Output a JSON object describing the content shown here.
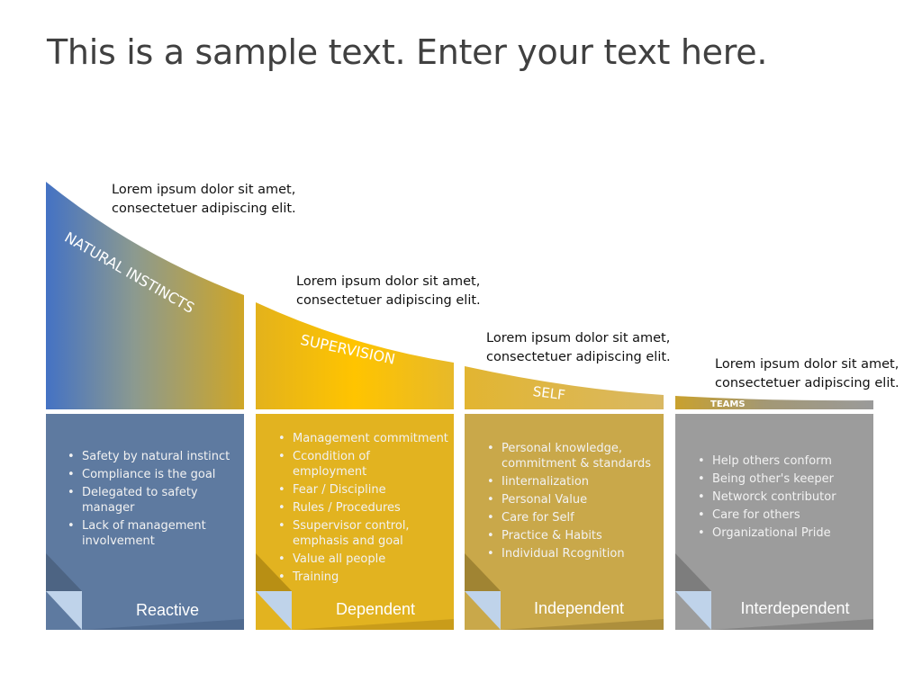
{
  "page": {
    "title": "This is a sample text. Enter your text here."
  },
  "stages": [
    {
      "banner": "NATURAL INSTINCTS",
      "description": [
        "Lorem ipsum dolor sit amet,",
        "consectetuer adipiscing elit."
      ],
      "items": [
        "Safety by natural instinct",
        "Compliance is the goal",
        "Delegated to safety manager",
        "Lack of management involvement"
      ],
      "label": "Reactive"
    },
    {
      "banner": "SUPERVISION",
      "description": [
        "Lorem ipsum dolor sit amet,",
        "consectetuer adipiscing elit."
      ],
      "items": [
        "Management commitment",
        "Ccondition of employment",
        "Fear / Discipline",
        "Rules / Procedures",
        "Ssupervisor control, emphasis and goal",
        "Value all people",
        "Training"
      ],
      "label": "Dependent"
    },
    {
      "banner": "SELF",
      "description": [
        "Lorem ipsum dolor sit amet,",
        "consectetuer adipiscing elit."
      ],
      "items": [
        "Personal knowledge, commitment & standards",
        "Iinternalization",
        "Personal Value",
        "Care for Self",
        "Practice & Habits",
        "Individual Rcognition"
      ],
      "label": "Independent"
    },
    {
      "banner": "TEAMS",
      "description": [
        "Lorem ipsum dolor sit amet,",
        "consectetuer adipiscing elit."
      ],
      "items": [
        "Help others conform",
        "Being other's keeper",
        "Networck contributor",
        "Care for others",
        "Organizational Pride"
      ],
      "label": "Interdependent"
    }
  ],
  "colors": {
    "blue": "#4472c4",
    "gold": "#f5c000",
    "mustard": "#d4a72c",
    "card_blue": "#5e7aa0",
    "card_gold": "#e2b320",
    "card_tan": "#c9a84a",
    "card_gray": "#9c9c9c",
    "fold_light": "#bfd3ea"
  }
}
